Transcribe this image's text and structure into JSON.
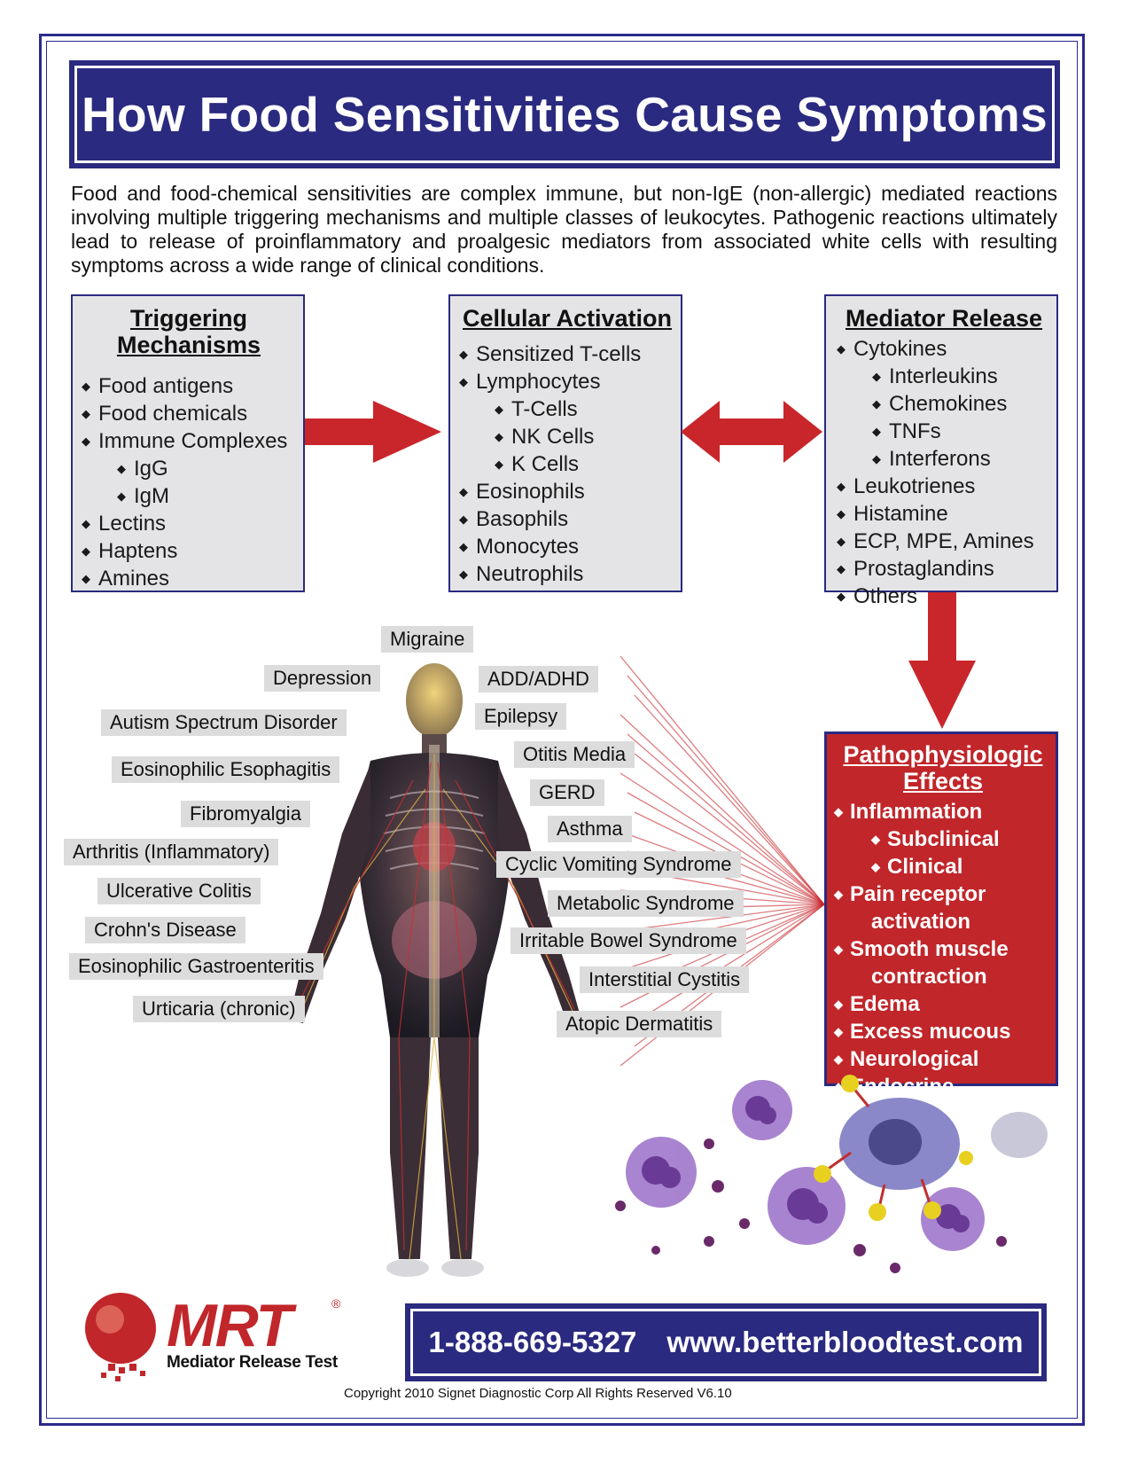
{
  "title": "How Food Sensitivities Cause Symptoms",
  "intro": "Food and food-chemical sensitivities are complex immune, but non-IgE (non-allergic) mediated reactions involving multiple triggering mechanisms and multiple classes of leukocytes.  Pathogenic reactions ultimately lead to release of proinflammatory and proalgesic mediators from associated white cells with resulting symptoms across a wide range of clinical conditions.",
  "triggering": {
    "heading_line1": "Triggering",
    "heading_line2": "Mechanisms",
    "items": [
      {
        "label": "Food antigens",
        "sub": false
      },
      {
        "label": "Food chemicals",
        "sub": false
      },
      {
        "label": "Immune Complexes",
        "sub": false
      },
      {
        "label": "IgG",
        "sub": true
      },
      {
        "label": "IgM",
        "sub": true
      },
      {
        "label": "Lectins",
        "sub": false
      },
      {
        "label": "Haptens",
        "sub": false
      },
      {
        "label": "Amines",
        "sub": false
      }
    ]
  },
  "cellular": {
    "heading": "Cellular Activation",
    "items": [
      {
        "label": "Sensitized T-cells",
        "sub": false
      },
      {
        "label": "Lymphocytes",
        "sub": false
      },
      {
        "label": "T-Cells",
        "sub": true
      },
      {
        "label": "NK Cells",
        "sub": true
      },
      {
        "label": "K Cells",
        "sub": true
      },
      {
        "label": "Eosinophils",
        "sub": false
      },
      {
        "label": "Basophils",
        "sub": false
      },
      {
        "label": "Monocytes",
        "sub": false
      },
      {
        "label": "Neutrophils",
        "sub": false
      }
    ]
  },
  "mediator": {
    "heading": "Mediator Release",
    "items": [
      {
        "label": "Cytokines",
        "sub": false
      },
      {
        "label": "Interleukins",
        "sub": true
      },
      {
        "label": "Chemokines",
        "sub": true
      },
      {
        "label": "TNFs",
        "sub": true
      },
      {
        "label": "Interferons",
        "sub": true
      },
      {
        "label": "Leukotrienes",
        "sub": false
      },
      {
        "label": "Histamine",
        "sub": false
      },
      {
        "label": "ECP, MPE, Amines",
        "sub": false
      },
      {
        "label": "Prostaglandins",
        "sub": false
      },
      {
        "label": "Others",
        "sub": false
      }
    ]
  },
  "patho": {
    "heading_line1": "Pathophysiologic",
    "heading_line2": "Effects",
    "items": [
      {
        "label": "Inflammation",
        "kind": "main"
      },
      {
        "label": "Subclinical",
        "kind": "sub"
      },
      {
        "label": "Clinical",
        "kind": "sub"
      },
      {
        "label": "Pain receptor",
        "kind": "main"
      },
      {
        "label": "activation",
        "kind": "cont"
      },
      {
        "label": "Smooth muscle",
        "kind": "main"
      },
      {
        "label": "contraction",
        "kind": "cont"
      },
      {
        "label": "Edema",
        "kind": "main"
      },
      {
        "label": "Excess mucous",
        "kind": "main"
      },
      {
        "label": "Neurological",
        "kind": "main"
      },
      {
        "label": "Endocrine",
        "kind": "main"
      }
    ]
  },
  "conditions_left": [
    "Depression",
    "Autism Spectrum Disorder",
    "Eosinophilic Esophagitis",
    "Fibromyalgia",
    "Arthritis (Inflammatory)",
    "Ulcerative Colitis",
    "Crohn's Disease",
    "Eosinophilic Gastroenteritis",
    "Urticaria (chronic)"
  ],
  "conditions_top": [
    "Migraine"
  ],
  "conditions_right": [
    "ADD/ADHD",
    "Epilepsy",
    "Otitis Media",
    "GERD",
    "Asthma",
    "Cyclic Vomiting Syndrome",
    "Metabolic Syndrome",
    "Irritable Bowel Syndrome",
    "Interstitial Cystitis",
    "Atopic Dermatitis"
  ],
  "footer": {
    "phone": "1-888-669-5327",
    "website": "www.betterbloodtest.com"
  },
  "logo": {
    "word": "MRT",
    "registered": "®",
    "subtitle": "Mediator Release Test"
  },
  "copyright": "Copyright 2010 Signet Diagnostic Corp All Rights Reserved V6.10",
  "colors": {
    "navy": "#2a2a80",
    "red": "#c0262a",
    "box_gray": "#e4e4e6",
    "label_gray": "#dcdcdc"
  },
  "icons": [
    "mrt-logo-icon",
    "human-anatomy-illustration",
    "leukocyte-cells-illustration",
    "arrow-right-icon",
    "arrow-double-icon",
    "arrow-down-icon"
  ]
}
